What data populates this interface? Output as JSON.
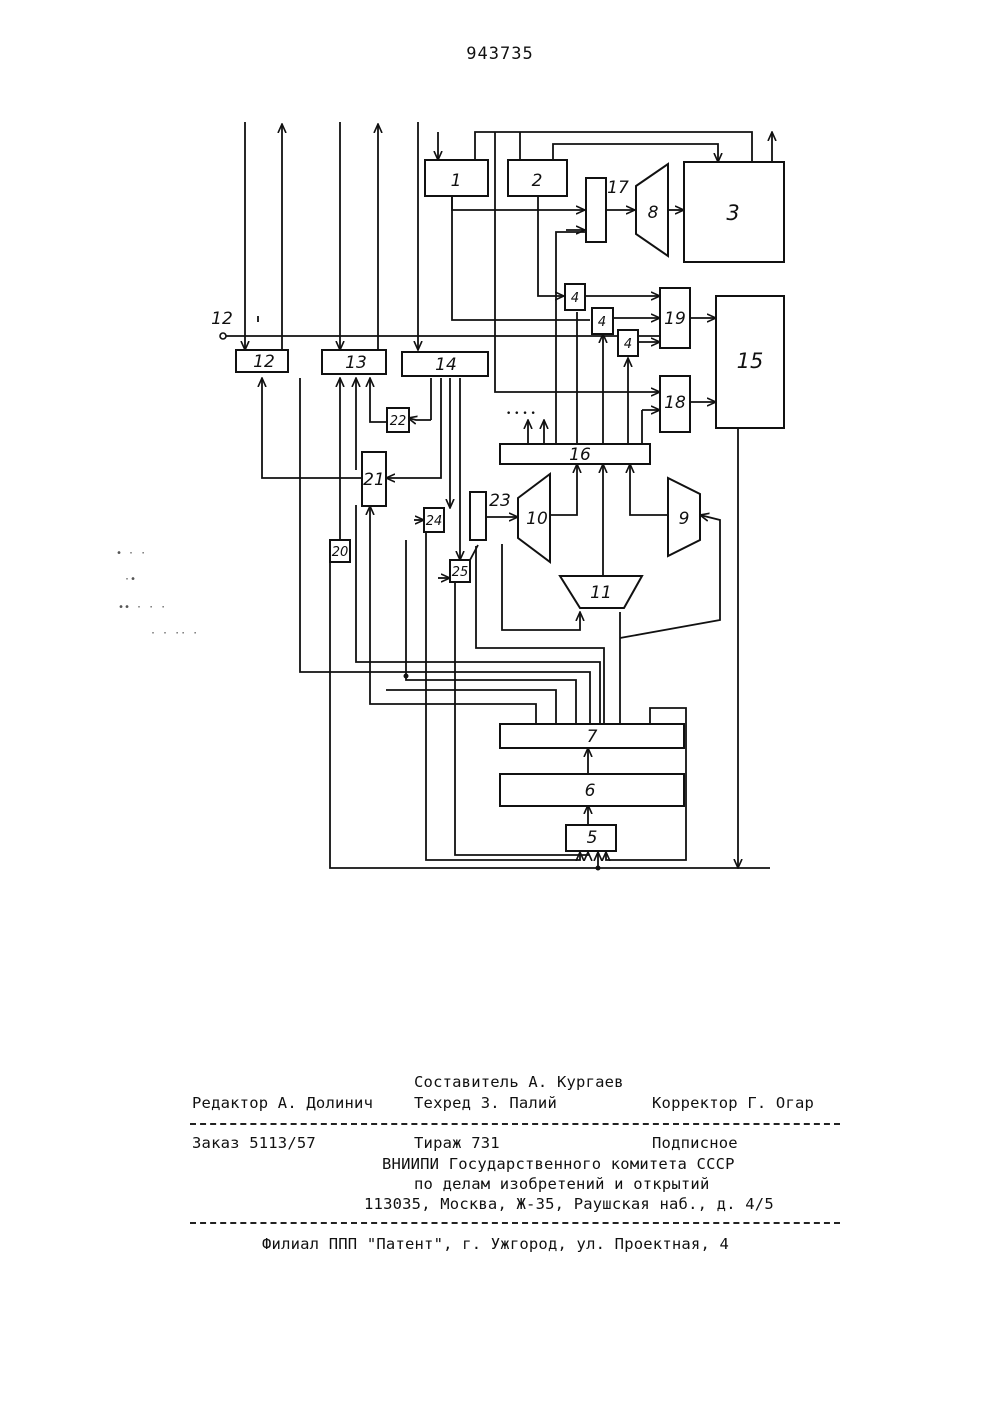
{
  "page_number": "943735",
  "diagram": {
    "blocks": {
      "b1": "1",
      "b2": "2",
      "b3": "3",
      "b4a": "4",
      "b4b": "4",
      "b4c": "4",
      "b5": "5",
      "b6": "6",
      "b7": "7",
      "b8": "8",
      "b9": "9",
      "b10": "10",
      "b11": "11",
      "b12": "12",
      "b13": "13",
      "b14": "14",
      "b15": "15",
      "b16": "16",
      "b17": "17",
      "b18": "18",
      "b19": "19",
      "b20": "20",
      "b21": "21",
      "b22": "22",
      "b23": "23",
      "b24": "24",
      "b25": "25"
    },
    "input_terminal_label": "12",
    "ellipsis": "• • • •"
  },
  "imprint": {
    "compiler": "Составитель А. Кургаев",
    "editor": "Редактор А. Долинич",
    "techred": "Техред З. Палий",
    "corrector": "Корректор Г. Огар",
    "order": "Заказ 5113/57",
    "circulation": "Тираж 731",
    "subscription": "Подписное",
    "org_line1": "ВНИИПИ Государственного комитета СССР",
    "org_line2": "по делам изобретений и открытий",
    "address": "113035, Москва, Ж-35, Раушская наб., д. 4/5",
    "branch": "Филиал ППП \"Патент\", г. Ужгород, ул. Проектная, 4"
  }
}
